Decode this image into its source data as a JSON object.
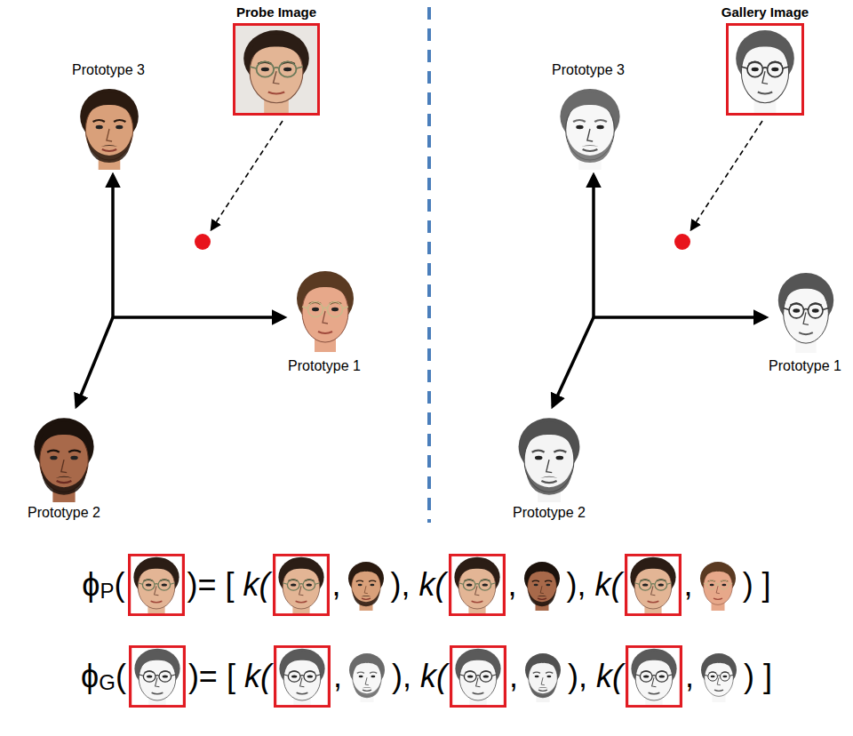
{
  "diagram": {
    "nodes": [
      {
        "text": [
          "Probe Image"
        ]
      },
      {
        "text": [
          "Gallery Image"
        ]
      }
    ],
    "labels": [
      "Prototype 3",
      "Prototype 1",
      "Prototype 2",
      "Prototype 3",
      "Prototype 1",
      "Prototype 2",
      "ϕ",
      "P",
      "(",
      ")= [ ",
      "k(",
      ",",
      "), ",
      "k(",
      ",",
      "), ",
      "k(",
      ",",
      ") ]",
      "ϕ",
      "G",
      "(",
      ")= [ ",
      "k(",
      ",",
      "), ",
      "k(",
      ",",
      "), ",
      "k(",
      ",",
      ") ]"
    ]
  }
}
